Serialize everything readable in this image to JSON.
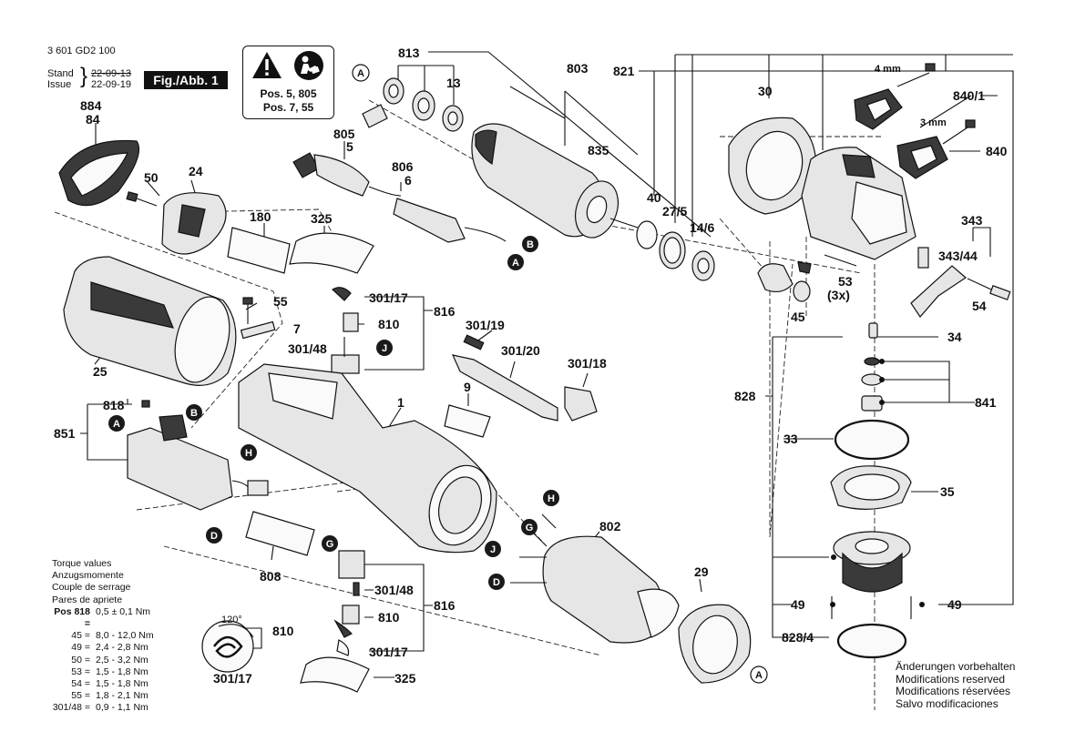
{
  "header": {
    "doc_number": "3 601 GD2 100",
    "stand_label": "Stand",
    "issue_label": "Issue",
    "stand_date": "22-09-13",
    "issue_date": "22-09-19",
    "figure_label": "Fig./Abb. 1"
  },
  "warning_box": {
    "icons": [
      "warning-triangle-icon",
      "read-manual-icon"
    ],
    "line1": "Pos. 5, 805",
    "line2": "Pos. 7, 55"
  },
  "part_labels": {
    "p813": "813",
    "p803": "803",
    "p821": "821",
    "p13": "13",
    "p835": "835",
    "p884": "884",
    "p84": "84",
    "p50": "50",
    "p24": "24",
    "p805": "805",
    "p5": "5",
    "p806": "806",
    "p6": "6",
    "p180": "180",
    "p325a": "325",
    "p55": "55",
    "p7": "7",
    "p25": "25",
    "p301_17a": "301/17",
    "p810a": "810",
    "p816a": "816",
    "p301_48a": "301/48",
    "p301_19": "301/19",
    "p301_20": "301/20",
    "p301_18": "301/18",
    "p818": "818",
    "p851": "851",
    "p1": "1",
    "p9": "9",
    "p808": "808",
    "p802": "802",
    "p29": "29",
    "p301_48b": "301/48",
    "p816b": "816",
    "p810b": "810",
    "p301_17b": "301/17",
    "p325b": "325",
    "p810c": "810",
    "p301_17c": "301/17",
    "angle": "120°",
    "p40": "40",
    "p27_5": "27/5",
    "p14_6": "14/6",
    "p30": "30",
    "p840_1": "840/1",
    "p840": "840",
    "mm4": "4 mm",
    "mm3": "3 mm",
    "p343": "343",
    "p343_44": "343/44",
    "p53": "53",
    "p3x": "(3x)",
    "p45": "45",
    "p54": "54",
    "p34": "34",
    "p828": "828",
    "p841": "841",
    "p33": "33",
    "p35": "35",
    "p49a": "49",
    "p49b": "49",
    "p828_4": "828/4"
  },
  "reference_markers": {
    "A": "A",
    "B": "B",
    "D": "D",
    "G": "G",
    "H": "H",
    "J": "J"
  },
  "torque_values": {
    "titles": [
      "Torque values",
      "Anzugsmomente",
      "Couple de serrage",
      "Pares de apriete"
    ],
    "rows": [
      {
        "pos": "Pos 818 =",
        "value": "0,5 ± 0,1 Nm"
      },
      {
        "pos": "45 =",
        "value": "8,0 - 12,0 Nm"
      },
      {
        "pos": "49 =",
        "value": "2,4 - 2,8 Nm"
      },
      {
        "pos": "50 =",
        "value": "2,5 - 3,2 Nm"
      },
      {
        "pos": "53 =",
        "value": "1,5 - 1,8 Nm"
      },
      {
        "pos": "54 =",
        "value": "1,5 - 1,8 Nm"
      },
      {
        "pos": "55 =",
        "value": "1,8 - 2,1 Nm"
      },
      {
        "pos": "301/48 =",
        "value": "0,9 - 1,1 Nm"
      }
    ]
  },
  "modification_notes": [
    "Änderungen vorbehalten",
    "Modifications reserved",
    "Modifications réservées",
    "Salvo modificaciones"
  ]
}
